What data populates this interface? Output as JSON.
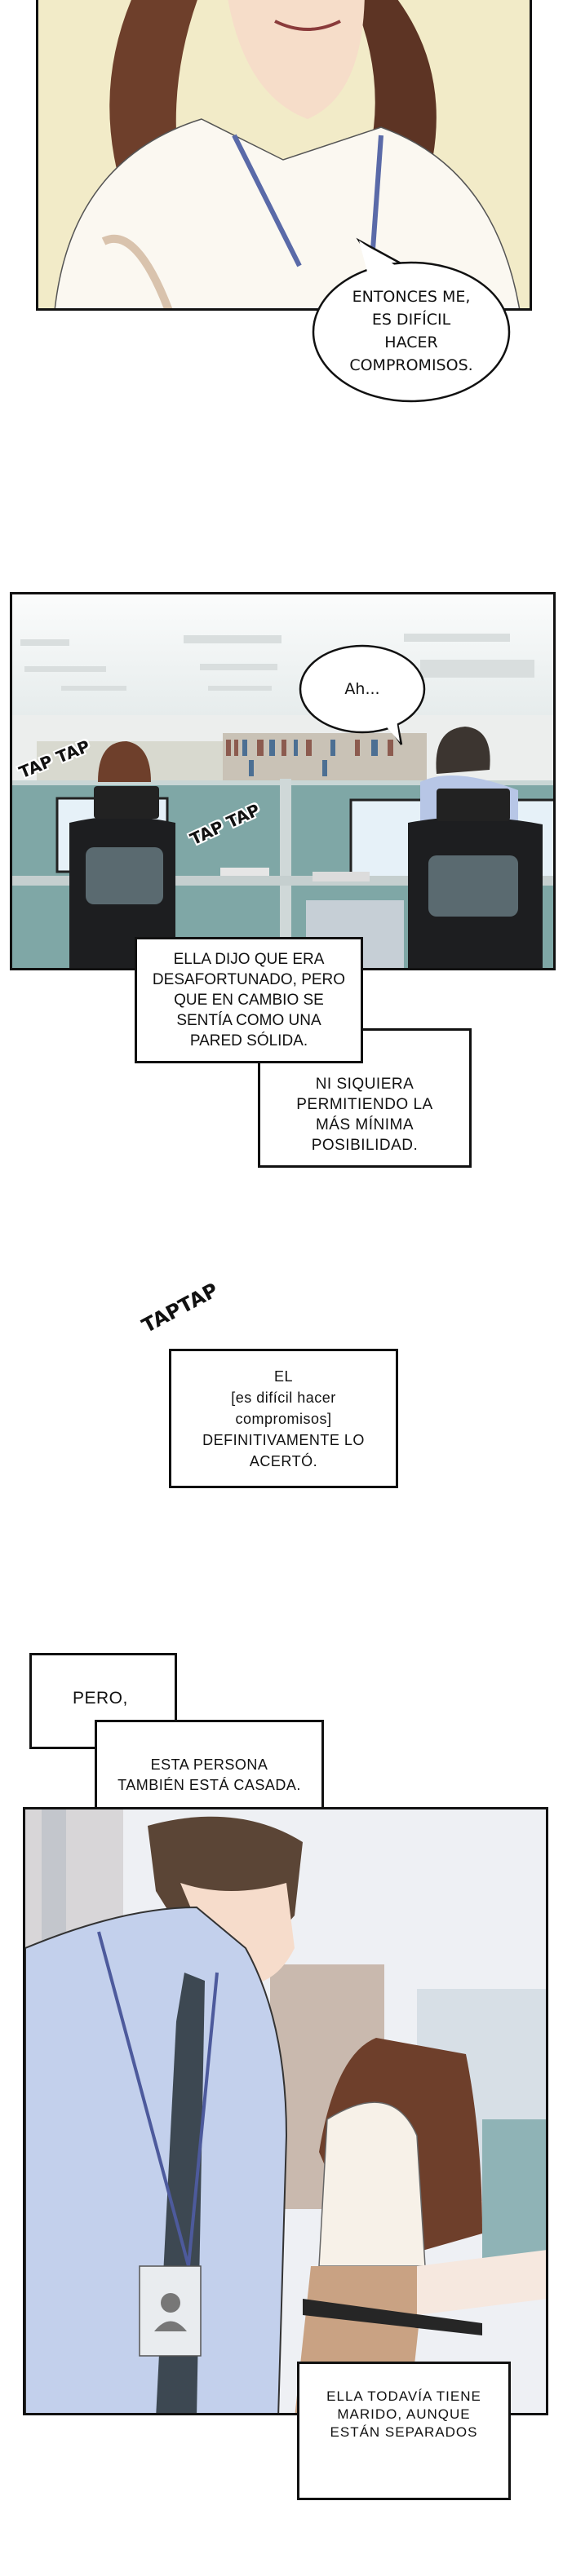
{
  "panels": [
    {
      "speech_bubble": {
        "lines": "ENTONCES ME,\nES DIFÍCIL\nHACER\nCOMPROMISOS."
      }
    },
    {
      "speech_bubble": {
        "lines": "Ah..."
      },
      "sfx": [
        "TAP TAP",
        "TAP TAP"
      ],
      "captions": [
        "ELLA DIJO QUE ERA\nDESAFORTUNADO, PERO\nQUE EN CAMBIO SE\nSENTÍA COMO UNA\nPARED SÓLIDA.",
        "NI SIQUIERA\nPERMITIENDO LA\nMÁS MÍNIMA\nPOSIBILIDAD."
      ]
    },
    {
      "sfx": [
        "TAPTAP"
      ],
      "captions": [
        "EL\n[es difícil hacer\ncompromisos]\nDEFINITIVAMENTE LO\nACERTÓ."
      ]
    },
    {
      "captions": [
        "PERO,",
        "ESTA PERSONA\nTAMBIÉN ESTÁ CASADA.",
        "ELLA TODAVÍA TIENE\nMARIDO, AUNQUE\nESTÁN SEPARADOS"
      ]
    }
  ],
  "colors": {
    "ink": "#111111",
    "panel1_bg": "#f2ebc8",
    "cubicle": "#7fa7a6",
    "shirt_blue": "#c3d0ec",
    "hair_brown": "#6e3f2b"
  }
}
